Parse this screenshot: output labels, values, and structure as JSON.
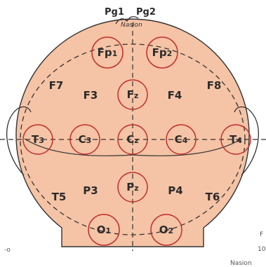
{
  "colors": {
    "head_fill": "#f5c3a5",
    "outline": "#333333",
    "electrode_ring": "#c0302d",
    "text": "#2b2b2b",
    "background": "#ffffff"
  },
  "reference_points": {
    "pg1": "Pg1",
    "pg2": "Pg2",
    "nasion": "Nasion"
  },
  "electrodes_circled": [
    {
      "id": "fp1",
      "base": "Fp",
      "sub": "1"
    },
    {
      "id": "fp2",
      "base": "Fp",
      "sub": "2"
    },
    {
      "id": "fz",
      "base": "F",
      "sub": "z"
    },
    {
      "id": "t3",
      "base": "T",
      "sub": "3"
    },
    {
      "id": "c3",
      "base": "C",
      "sub": "3"
    },
    {
      "id": "cz",
      "base": "C",
      "sub": "z"
    },
    {
      "id": "c4",
      "base": "C",
      "sub": "4"
    },
    {
      "id": "t4",
      "base": "T",
      "sub": "4"
    },
    {
      "id": "pz",
      "base": "P",
      "sub": "z"
    },
    {
      "id": "o1",
      "base": "O",
      "sub": "1"
    },
    {
      "id": "o2",
      "base": "O",
      "sub": "2"
    }
  ],
  "electrodes_plain": [
    {
      "id": "f7",
      "text": "F7"
    },
    {
      "id": "f3",
      "text": "F3"
    },
    {
      "id": "f4",
      "text": "F4"
    },
    {
      "id": "f8",
      "text": "F8"
    },
    {
      "id": "t5",
      "text": "T5"
    },
    {
      "id": "p3",
      "text": "P3"
    },
    {
      "id": "p4",
      "text": "P4"
    },
    {
      "id": "t6",
      "text": "T6"
    }
  ],
  "fragments": {
    "bottom_left": "-o",
    "right_1": "F",
    "right_2": "10",
    "bottom_right": "Nasion"
  }
}
